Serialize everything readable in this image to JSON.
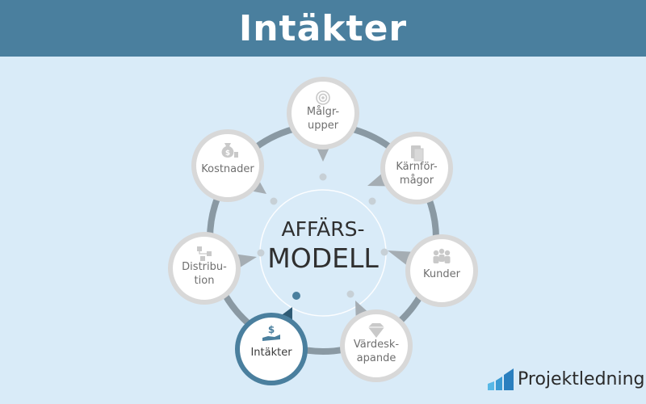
{
  "title": "Intäkter",
  "center": {
    "line1": "AFFÄRS-",
    "line2": "MODELL"
  },
  "nodes": [
    {
      "id": "malgrupper",
      "lines": [
        "Målgr-",
        "upper"
      ],
      "icon": "target-icon",
      "active": false
    },
    {
      "id": "karnformagor",
      "lines": [
        "Kärnför-",
        "mågor"
      ],
      "icon": "document-icon",
      "active": false
    },
    {
      "id": "kunder",
      "lines": [
        "Kunder"
      ],
      "icon": "people-icon",
      "active": false
    },
    {
      "id": "vardeskapande",
      "lines": [
        "Värdesk-",
        "apande"
      ],
      "icon": "diamond-icon",
      "active": false
    },
    {
      "id": "intakter",
      "lines": [
        "Intäkter"
      ],
      "icon": "money-hand-icon",
      "active": true
    },
    {
      "id": "distribution",
      "lines": [
        "Distribu-",
        "tion"
      ],
      "icon": "flowchart-icon",
      "active": false
    },
    {
      "id": "kostnader",
      "lines": [
        "Kostnader"
      ],
      "icon": "money-bag-icon",
      "active": false
    }
  ],
  "logo": {
    "text": "Projektledning",
    "icon": "bar-chart-logo-icon"
  },
  "colors": {
    "header": "#4a7f9e",
    "background": "#d9ebf8",
    "ring": "#8a99a3",
    "active": "#4a7f9e",
    "node_border": "#d6d6d6"
  }
}
